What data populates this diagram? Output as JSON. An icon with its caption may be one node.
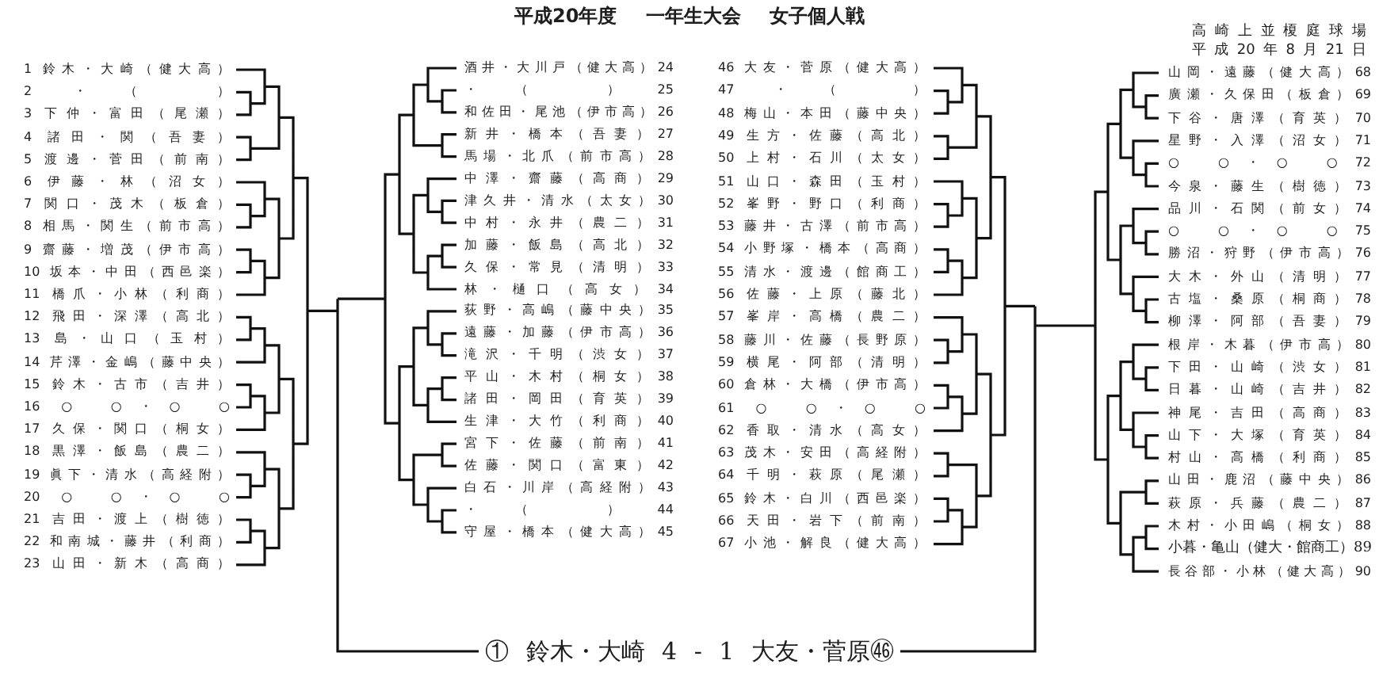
{
  "diagram": {
    "title": "平成20年度 一年生大会 女子個人戦",
    "labels": [
      "高崎上並榎庭球場",
      "平成20年8月21日",
      "1 鈴木・大崎（健大高）",
      "2 ・（ ）",
      "3 下仲・富田（尾瀬）",
      "4 諸田・関（吾妻）",
      "5 渡邊・菅田（前南）",
      "6 伊藤・林（沼女）",
      "7 関口・茂木（板倉）",
      "8 相馬・関生（前市高）",
      "9 齋藤・増茂（伊市高）",
      "10 坂本・中田（西邑楽）",
      "11 橋爪・小林（利商）",
      "12 飛田・深澤（高北）",
      "13 島・山口（玉村）",
      "14 芹澤・金嶋（藤中央）",
      "15 鈴木・古市（吉井）",
      "16 ○ ○・○ ○",
      "17 久保・関口（桐女）",
      "18 黒澤・飯島（農二）",
      "19 眞下・清水（高経附）",
      "20 ○ ○・○ ○",
      "21 吉田・渡上（樹徳）",
      "22 和南城・藤井（利商）",
      "23 山田・新木（高商）",
      "酒井・大川戸（健大高）24",
      "・（ ）25",
      "和佐田・尾池（伊市高）26",
      "新井・橋本（吾妻）27",
      "馬場・北爪（前市高）28",
      "中澤・齋藤（高商）29",
      "津久井・清水（太女）30",
      "中村・永井（農二）31",
      "加藤・飯島（高北）32",
      "久保・常見（清明）33",
      "林・樋口（高女）34",
      "荻野・高嶋（藤中央）35",
      "遠藤・加藤（伊市高）36",
      "滝沢・千明（渋女）37",
      "平山・木村（桐女）38",
      "諸田・岡田（育英）39",
      "生津・大竹（利商）40",
      "宮下・佐藤（前南）41",
      "佐藤・関口（富東）42",
      "白石・川岸（高経附）43",
      "・（ ）44",
      "守屋・橋本（健大高）45",
      "46 大友・菅原（健大高）",
      "47 ・（ ）",
      "48 梅山・本田（藤中央）",
      "49 生方・佐藤（高北）",
      "50 上村・石川（太女）",
      "51 山口・森田（玉村）",
      "52 峯野・野口（利商）",
      "53 藤井・古澤（前市高）",
      "54 小野塚・橋本（高商）",
      "55 清水・渡邊（館商工）",
      "56 佐藤・上原（藤北）",
      "57 峯岸・高橋（農二）",
      "58 藤川・佐藤（長野原）",
      "59 横尾・阿部（清明）",
      "60 倉林・大橋（伊市高）",
      "61 ○ ○・○ ○",
      "62 香取・清水（高女）",
      "63 茂木・安田（高経附）",
      "64 千明・萩原（尾瀬）",
      "65 鈴木・白川（西邑楽）",
      "66 天田・岩下（前南）",
      "67 小池・解良（健大高）",
      "山岡・遠藤（健大高）68",
      "廣瀬・久保田（板倉）69",
      "下谷・唐澤（育英）70",
      "星野・入澤（沼女）71",
      "○ ○・○ ○72",
      "今泉・藤生（樹徳）73",
      "品川・石関（前女）74",
      "○ ○・○ ○75",
      "勝沼・狩野（伊市高）76",
      "大木・外山（清明）77",
      "古塩・桑原（桐商）78",
      "柳澤・阿部（吾妻）79",
      "根岸・木暮（伊市高）80",
      "下田・山崎（渋女）81",
      "日暮・山崎（吉井）82",
      "神尾・吉田（高商）83",
      "山下・大塚（育英）84",
      "村山・高橋（利商）85",
      "山田・鹿沼（藤中央）86",
      "萩原・兵藤（農二）87",
      "木村・小田嶋（桐女）88",
      "小暮・亀山（健大・館商工）89",
      "長谷部・小林（健大高）90",
      "① 鈴木・大崎 4 - 1 大友・菅原㊻"
    ]
  }
}
